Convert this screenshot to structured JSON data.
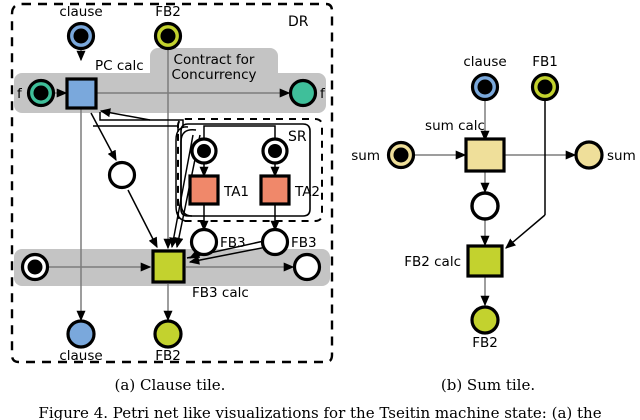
{
  "figure": {
    "caption_a": "(a) Clause tile.",
    "caption_b": "(b) Sum tile.",
    "caption_bottom": "Figure 4.   Petri net like visualizations for the Tseitin machine state: (a) the",
    "colors": {
      "blue": "#7aa8dc",
      "green_yellow": "#c3d22e",
      "teal": "#3fbf9a",
      "salmon": "#f0886a",
      "tan": "#efdf9a",
      "grey_bar": "#c4c4c4",
      "white": "#ffffff",
      "black": "#000000",
      "arrow_grey": "#808080"
    }
  },
  "clause_tile": {
    "region_dr_label": "DR",
    "region_sr_label": "SR",
    "contract_label_line1": "Contract for",
    "contract_label_line2": "Concurrency",
    "transitions": [
      {
        "name": "pc-calc",
        "label": "PC calc",
        "color": "#7aa8dc"
      },
      {
        "name": "ta1",
        "label": "TA1",
        "color": "#f0886a"
      },
      {
        "name": "ta2",
        "label": "TA2",
        "color": "#f0886a"
      },
      {
        "name": "fb3-calc",
        "label": "FB3 calc",
        "color": "#c3d22e"
      }
    ],
    "places": [
      {
        "name": "clause-in",
        "label": "clause",
        "fill": "#7aa8dc",
        "token": true
      },
      {
        "name": "fb2-in",
        "label": "FB2",
        "fill": "#c3d22e",
        "token": true
      },
      {
        "name": "f-in",
        "label": "f",
        "fill": "#3fbf9a",
        "token": true
      },
      {
        "name": "f-out",
        "label": "f",
        "fill": "#3fbf9a",
        "token": false
      },
      {
        "name": "ta1-in",
        "label": "",
        "fill": "#ffffff",
        "token": true
      },
      {
        "name": "ta2-in",
        "label": "",
        "fill": "#ffffff",
        "token": true
      },
      {
        "name": "fb3-a",
        "label": "FB3",
        "fill": "#ffffff",
        "token": false
      },
      {
        "name": "fb3-b",
        "label": "FB3",
        "fill": "#ffffff",
        "token": false
      },
      {
        "name": "mid-white",
        "label": "",
        "fill": "#ffffff",
        "token": false
      },
      {
        "name": "seq-in",
        "label": "",
        "fill": "#ffffff",
        "token": true
      },
      {
        "name": "seq-out",
        "label": "",
        "fill": "#ffffff",
        "token": false
      },
      {
        "name": "clause-out",
        "label": "clause",
        "fill": "#7aa8dc",
        "token": false
      },
      {
        "name": "fb2-out",
        "label": "FB2",
        "fill": "#c3d22e",
        "token": false
      }
    ]
  },
  "sum_tile": {
    "transitions": [
      {
        "name": "sum-calc",
        "label": "sum calc",
        "color": "#efdf9a"
      },
      {
        "name": "fb2-calc",
        "label": "FB2 calc",
        "color": "#c3d22e"
      }
    ],
    "places": [
      {
        "name": "clause-in",
        "label": "clause",
        "fill": "#7aa8dc",
        "token": true
      },
      {
        "name": "fb1-in",
        "label": "FB1",
        "fill": "#c3d22e",
        "token": true
      },
      {
        "name": "sum-in",
        "label": "sum",
        "fill": "#efdf9a",
        "token": true
      },
      {
        "name": "sum-out",
        "label": "sum",
        "fill": "#efdf9a",
        "token": false
      },
      {
        "name": "mid-white",
        "label": "",
        "fill": "#ffffff",
        "token": false
      },
      {
        "name": "fb2-out",
        "label": "FB2",
        "fill": "#c3d22e",
        "token": false
      }
    ]
  }
}
